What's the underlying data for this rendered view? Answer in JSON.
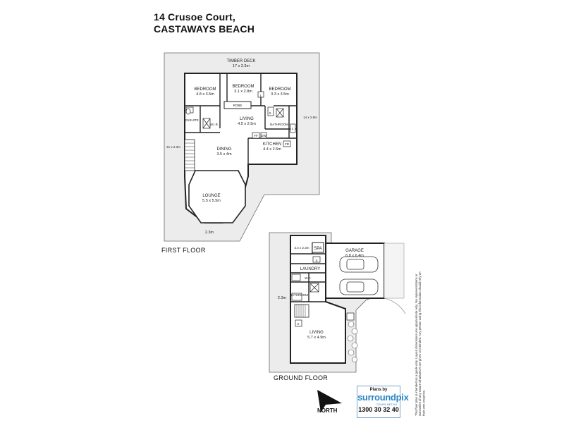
{
  "header": {
    "address_line1": "14 Crusoe Court,",
    "address_line2": "CASTAWAYS BEACH"
  },
  "first_floor": {
    "label": "FIRST FLOOR",
    "rooms": [
      {
        "name": "TIMBER DECK",
        "dim": "17 x 2.3m"
      },
      {
        "name": "BEDROOM",
        "dim": "4.8 x 3.5m"
      },
      {
        "name": "BEDROOM",
        "dim": "3.1 x 2.8m"
      },
      {
        "name": "BEDROOM",
        "dim": "3.3 x 3.5m"
      },
      {
        "name": "ROBE"
      },
      {
        "name": "LIVING",
        "dim": "4.5 x 2.5m"
      },
      {
        "name": "BATHROOM"
      },
      {
        "name": "ENSUITE"
      },
      {
        "name": "W.I.R."
      },
      {
        "name": "DINING",
        "dim": "3.5 x 4m"
      },
      {
        "name": "KITCHEN",
        "dim": "4.4 x 2.5m"
      },
      {
        "name": "LOUNGE",
        "dim": "5.5 x 5.5m"
      }
    ],
    "deck_labels": [
      "14 x 2.9m",
      "21 x 2.3m",
      "2.3m"
    ],
    "fixture_labels": [
      "S",
      "L",
      "L",
      "FF",
      "DW",
      "FR"
    ]
  },
  "ground_floor": {
    "label": "GROUND FLOOR",
    "rooms": [
      {
        "name": "SPA"
      },
      {
        "name": "",
        "dim": "3.4 x 2.3m"
      },
      {
        "name": "GARAGE",
        "dim": "6.8 x 6.4m"
      },
      {
        "name": "LAUNDRY"
      },
      {
        "name": "W.C."
      },
      {
        "name": "BATHROOM"
      },
      {
        "name": "LIVING",
        "dim": "5.7 x 4.9m"
      }
    ],
    "deck_labels": [
      "2.3m"
    ],
    "fixture_labels": [
      "S",
      "S"
    ]
  },
  "compass": {
    "label": "NORTH"
  },
  "logo": {
    "plans_by": "Plans by",
    "brand": "surroundpix",
    "sub": "TOURS.NET.AU",
    "phone": "1300 30 32 40"
  },
  "disclaimer": "This floor plan is intended as a guide only. Layout dimensions are approximate only. No representations or warranties of any nature whatsoever are given or intended. Any person using this information should rely on their own enquiries."
}
